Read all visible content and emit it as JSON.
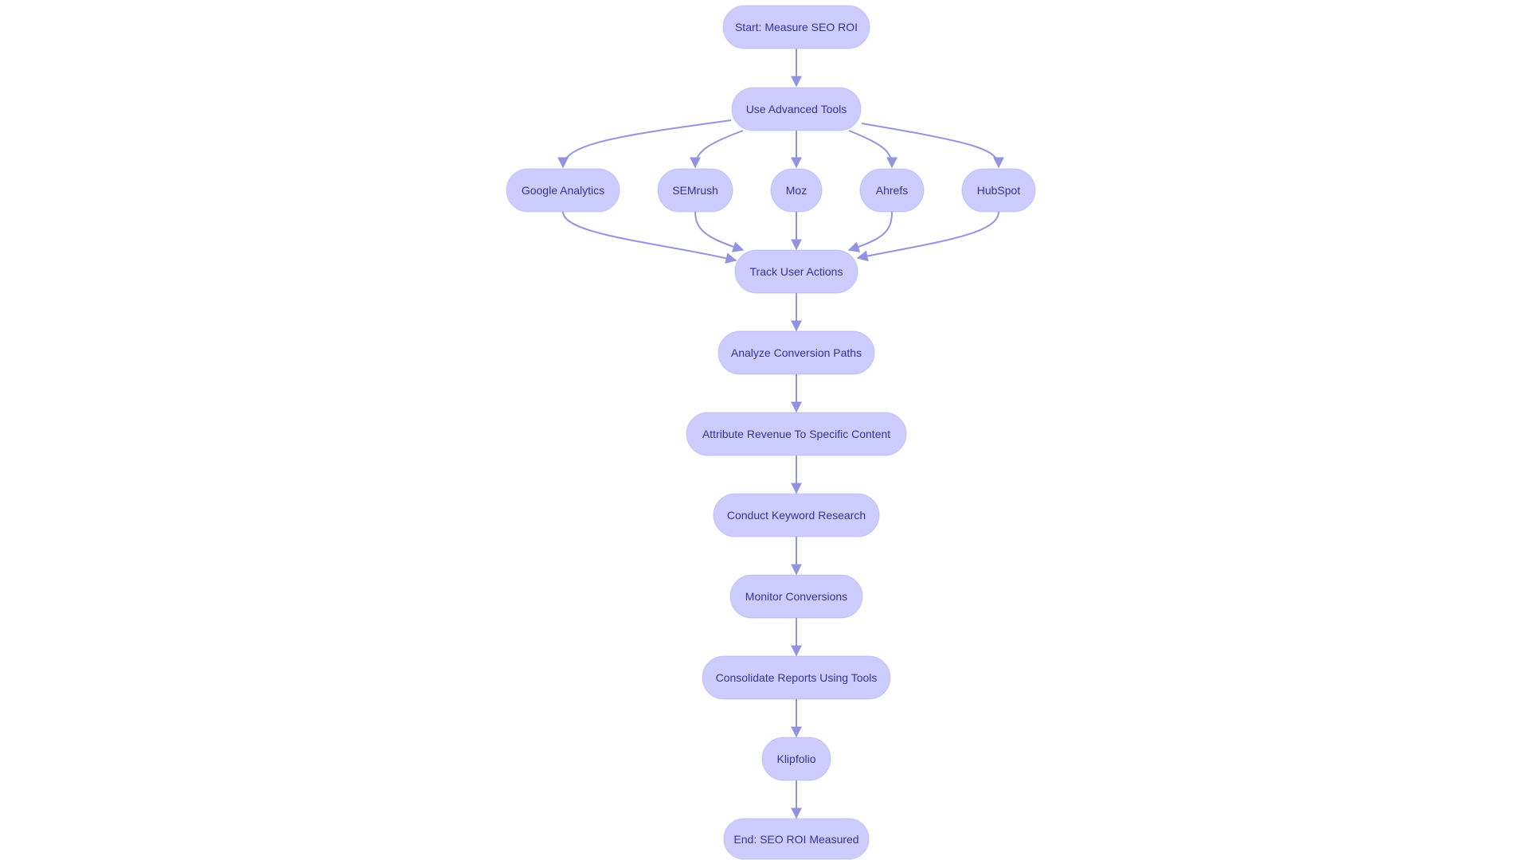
{
  "diagram": {
    "colors": {
      "node_fill": "#ccccff",
      "node_stroke": "#b0a8e8",
      "text": "#333399",
      "edge": "#9393e0"
    },
    "nodes": {
      "start": "Start: Measure SEO ROI",
      "tools": "Use Advanced Tools",
      "ga": "Google Analytics",
      "semrush": "SEMrush",
      "moz": "Moz",
      "ahrefs": "Ahrefs",
      "hubspot": "HubSpot",
      "track": "Track User Actions",
      "analyze": "Analyze Conversion Paths",
      "attribute": "Attribute Revenue To Specific Content",
      "keyword": "Conduct Keyword Research",
      "monitor": "Monitor Conversions",
      "consolidate": "Consolidate Reports Using Tools",
      "klipfolio": "Klipfolio",
      "end": "End: SEO ROI Measured"
    },
    "edges": [
      [
        "start",
        "tools"
      ],
      [
        "tools",
        "ga"
      ],
      [
        "tools",
        "semrush"
      ],
      [
        "tools",
        "moz"
      ],
      [
        "tools",
        "ahrefs"
      ],
      [
        "tools",
        "hubspot"
      ],
      [
        "ga",
        "track"
      ],
      [
        "semrush",
        "track"
      ],
      [
        "moz",
        "track"
      ],
      [
        "ahrefs",
        "track"
      ],
      [
        "hubspot",
        "track"
      ],
      [
        "track",
        "analyze"
      ],
      [
        "analyze",
        "attribute"
      ],
      [
        "attribute",
        "keyword"
      ],
      [
        "keyword",
        "monitor"
      ],
      [
        "monitor",
        "consolidate"
      ],
      [
        "consolidate",
        "klipfolio"
      ],
      [
        "klipfolio",
        "end"
      ]
    ]
  }
}
